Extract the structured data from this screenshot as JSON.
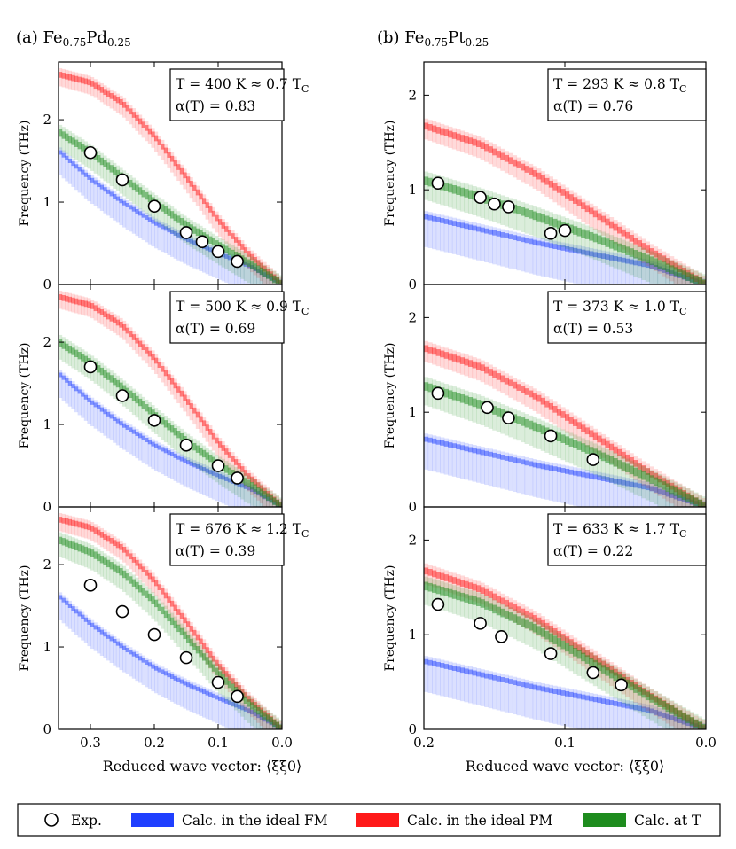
{
  "colors": {
    "fm": "#1f3fff",
    "pm": "#ff1a1a",
    "calc_t": "#1e8c1e",
    "exp_marker_fill": "#ffffff",
    "exp_marker_stroke": "#000000"
  },
  "columns": [
    {
      "title_prefix": "(a) Fe",
      "sub1": "0.75",
      "el2": "Pd",
      "sub2": "0.25"
    },
    {
      "title_prefix": "(b) Fe",
      "sub1": "0.75",
      "el2": "Pt",
      "sub2": "0.25"
    }
  ],
  "xlabel": "Reduced wave vector: ⟨ξξ0⟩",
  "ylabel": "Frequency (THz)",
  "legend": {
    "exp": "Exp.",
    "fm": "Calc. in the ideal FM",
    "pm": "Calc. in the ideal PM",
    "calc_t": "Calc. at T"
  },
  "chart_data": [
    {
      "type": "scatter",
      "panel": "a-top",
      "ann_line1": "T = 400 K ≈ 0.7 T",
      "ann_sub": "C",
      "ann_line2": "α(T) = 0.83",
      "xlim": [
        0.35,
        0.0
      ],
      "ylim": [
        0,
        2.7
      ],
      "xticks": [
        0.3,
        0.2,
        0.1,
        0.0
      ],
      "xticklabels": [
        "0.3",
        "0.2",
        "0.1",
        "0.0"
      ],
      "yticks": [
        0,
        1,
        2
      ],
      "yticklabels": [
        "0",
        "1",
        "2"
      ],
      "exp": {
        "x": [
          0.3,
          0.25,
          0.2,
          0.15,
          0.125,
          0.1,
          0.07
        ],
        "y": [
          1.6,
          1.27,
          0.95,
          0.63,
          0.52,
          0.4,
          0.28
        ]
      },
      "fm": {
        "x": [
          0.35,
          0.3,
          0.25,
          0.2,
          0.15,
          0.1,
          0.05,
          0.0
        ],
        "y": [
          1.62,
          1.28,
          1.0,
          0.75,
          0.55,
          0.38,
          0.22,
          0.0
        ]
      },
      "pm": {
        "x": [
          0.35,
          0.3,
          0.25,
          0.2,
          0.15,
          0.1,
          0.05,
          0.0
        ],
        "y": [
          2.55,
          2.45,
          2.2,
          1.8,
          1.3,
          0.78,
          0.35,
          0.0
        ]
      },
      "calc_t": {
        "x": [
          0.35,
          0.3,
          0.25,
          0.2,
          0.15,
          0.1,
          0.05,
          0.0
        ],
        "y": [
          1.85,
          1.6,
          1.3,
          1.0,
          0.72,
          0.48,
          0.25,
          0.0
        ]
      }
    },
    {
      "type": "scatter",
      "panel": "a-middle",
      "ann_line1": "T = 500 K ≈ 0.9 T",
      "ann_sub": "C",
      "ann_line2": "α(T) = 0.69",
      "xlim": [
        0.35,
        0.0
      ],
      "ylim": [
        0,
        2.7
      ],
      "xticks": [
        0.3,
        0.2,
        0.1,
        0.0
      ],
      "xticklabels": [
        "0.3",
        "0.2",
        "0.1",
        "0.0"
      ],
      "yticks": [
        0,
        1,
        2
      ],
      "yticklabels": [
        "0",
        "1",
        "2"
      ],
      "exp": {
        "x": [
          0.3,
          0.25,
          0.2,
          0.15,
          0.1,
          0.07
        ],
        "y": [
          1.7,
          1.35,
          1.05,
          0.75,
          0.5,
          0.35
        ]
      },
      "fm": {
        "x": [
          0.35,
          0.3,
          0.25,
          0.2,
          0.15,
          0.1,
          0.05,
          0.0
        ],
        "y": [
          1.62,
          1.28,
          1.0,
          0.75,
          0.55,
          0.38,
          0.22,
          0.0
        ]
      },
      "pm": {
        "x": [
          0.35,
          0.3,
          0.25,
          0.2,
          0.15,
          0.1,
          0.05,
          0.0
        ],
        "y": [
          2.55,
          2.45,
          2.2,
          1.8,
          1.3,
          0.78,
          0.35,
          0.0
        ]
      },
      "calc_t": {
        "x": [
          0.35,
          0.3,
          0.25,
          0.2,
          0.15,
          0.1,
          0.05,
          0.0
        ],
        "y": [
          2.0,
          1.75,
          1.45,
          1.12,
          0.8,
          0.52,
          0.27,
          0.0
        ]
      }
    },
    {
      "type": "scatter",
      "panel": "a-bottom",
      "ann_line1": "T = 676 K ≈ 1.2 T",
      "ann_sub": "C",
      "ann_line2": "α(T) = 0.39",
      "xlim": [
        0.35,
        0.0
      ],
      "ylim": [
        0,
        2.7
      ],
      "xticks": [
        0.3,
        0.2,
        0.1,
        0.0
      ],
      "xticklabels": [
        "0.3",
        "0.2",
        "0.1",
        "0.0"
      ],
      "yticks": [
        0,
        1,
        2
      ],
      "yticklabels": [
        "0",
        "1",
        "2"
      ],
      "exp": {
        "x": [
          0.3,
          0.25,
          0.2,
          0.15,
          0.1,
          0.07
        ],
        "y": [
          1.75,
          1.43,
          1.15,
          0.87,
          0.57,
          0.4
        ]
      },
      "fm": {
        "x": [
          0.35,
          0.3,
          0.25,
          0.2,
          0.15,
          0.1,
          0.05,
          0.0
        ],
        "y": [
          1.62,
          1.28,
          1.0,
          0.75,
          0.55,
          0.38,
          0.22,
          0.0
        ]
      },
      "pm": {
        "x": [
          0.35,
          0.3,
          0.25,
          0.2,
          0.15,
          0.1,
          0.05,
          0.0
        ],
        "y": [
          2.55,
          2.45,
          2.2,
          1.8,
          1.3,
          0.78,
          0.35,
          0.0
        ]
      },
      "calc_t": {
        "x": [
          0.35,
          0.3,
          0.25,
          0.2,
          0.15,
          0.1,
          0.05,
          0.0
        ],
        "y": [
          2.3,
          2.15,
          1.9,
          1.55,
          1.12,
          0.68,
          0.3,
          0.0
        ]
      }
    },
    {
      "type": "scatter",
      "panel": "b-top",
      "ann_line1": "T = 293 K ≈ 0.8 T",
      "ann_sub": "C",
      "ann_line2": "α(T) = 0.76",
      "xlim": [
        0.2,
        0.0
      ],
      "ylim": [
        0,
        2.35
      ],
      "xticks": [
        0.2,
        0.1,
        0.0
      ],
      "xticklabels": [
        "0.2",
        "0.1",
        "0.0"
      ],
      "yticks": [
        0,
        1,
        2
      ],
      "yticklabels": [
        "0",
        "1",
        "2"
      ],
      "exp": {
        "x": [
          0.19,
          0.16,
          0.15,
          0.14,
          0.11,
          0.1
        ],
        "y": [
          1.07,
          0.92,
          0.85,
          0.82,
          0.54,
          0.57
        ]
      },
      "fm": {
        "x": [
          0.2,
          0.16,
          0.12,
          0.08,
          0.04,
          0.0
        ],
        "y": [
          0.72,
          0.58,
          0.44,
          0.32,
          0.2,
          0.0
        ]
      },
      "pm": {
        "x": [
          0.2,
          0.16,
          0.12,
          0.08,
          0.04,
          0.0
        ],
        "y": [
          1.68,
          1.48,
          1.16,
          0.76,
          0.36,
          0.0
        ]
      },
      "calc_t": {
        "x": [
          0.2,
          0.16,
          0.12,
          0.08,
          0.04,
          0.0
        ],
        "y": [
          1.1,
          0.92,
          0.72,
          0.5,
          0.26,
          0.0
        ]
      }
    },
    {
      "type": "scatter",
      "panel": "b-middle",
      "ann_line1": "T = 373 K ≈ 1.0 T",
      "ann_sub": "C",
      "ann_line2": "α(T) = 0.53",
      "xlim": [
        0.2,
        0.0
      ],
      "ylim": [
        0,
        2.35
      ],
      "xticks": [
        0.2,
        0.1,
        0.0
      ],
      "xticklabels": [
        "0.2",
        "0.1",
        "0.0"
      ],
      "yticks": [
        0,
        1,
        2
      ],
      "yticklabels": [
        "0",
        "1",
        "2"
      ],
      "exp": {
        "x": [
          0.19,
          0.155,
          0.14,
          0.11,
          0.08
        ],
        "y": [
          1.2,
          1.05,
          0.94,
          0.75,
          0.5
        ]
      },
      "fm": {
        "x": [
          0.2,
          0.16,
          0.12,
          0.08,
          0.04,
          0.0
        ],
        "y": [
          0.72,
          0.58,
          0.44,
          0.32,
          0.2,
          0.0
        ]
      },
      "pm": {
        "x": [
          0.2,
          0.16,
          0.12,
          0.08,
          0.04,
          0.0
        ],
        "y": [
          1.68,
          1.48,
          1.16,
          0.76,
          0.36,
          0.0
        ]
      },
      "calc_t": {
        "x": [
          0.2,
          0.16,
          0.12,
          0.08,
          0.04,
          0.0
        ],
        "y": [
          1.28,
          1.08,
          0.84,
          0.58,
          0.3,
          0.0
        ]
      }
    },
    {
      "type": "scatter",
      "panel": "b-bottom",
      "ann_line1": "T = 633 K ≈ 1.7 T",
      "ann_sub": "C",
      "ann_line2": "α(T) = 0.22",
      "xlim": [
        0.2,
        0.0
      ],
      "ylim": [
        0,
        2.35
      ],
      "xticks": [
        0.2,
        0.1,
        0.0
      ],
      "xticklabels": [
        "0.2",
        "0.1",
        "0.0"
      ],
      "yticks": [
        0,
        1,
        2
      ],
      "yticklabels": [
        "0",
        "1",
        "2"
      ],
      "exp": {
        "x": [
          0.19,
          0.16,
          0.145,
          0.11,
          0.08,
          0.06
        ],
        "y": [
          1.32,
          1.12,
          0.98,
          0.8,
          0.6,
          0.47
        ]
      },
      "fm": {
        "x": [
          0.2,
          0.16,
          0.12,
          0.08,
          0.04,
          0.0
        ],
        "y": [
          0.72,
          0.58,
          0.44,
          0.32,
          0.2,
          0.0
        ]
      },
      "pm": {
        "x": [
          0.2,
          0.16,
          0.12,
          0.08,
          0.04,
          0.0
        ],
        "y": [
          1.68,
          1.48,
          1.16,
          0.76,
          0.36,
          0.0
        ]
      },
      "calc_t": {
        "x": [
          0.2,
          0.16,
          0.12,
          0.08,
          0.04,
          0.0
        ],
        "y": [
          1.52,
          1.34,
          1.06,
          0.7,
          0.34,
          0.0
        ]
      }
    }
  ]
}
